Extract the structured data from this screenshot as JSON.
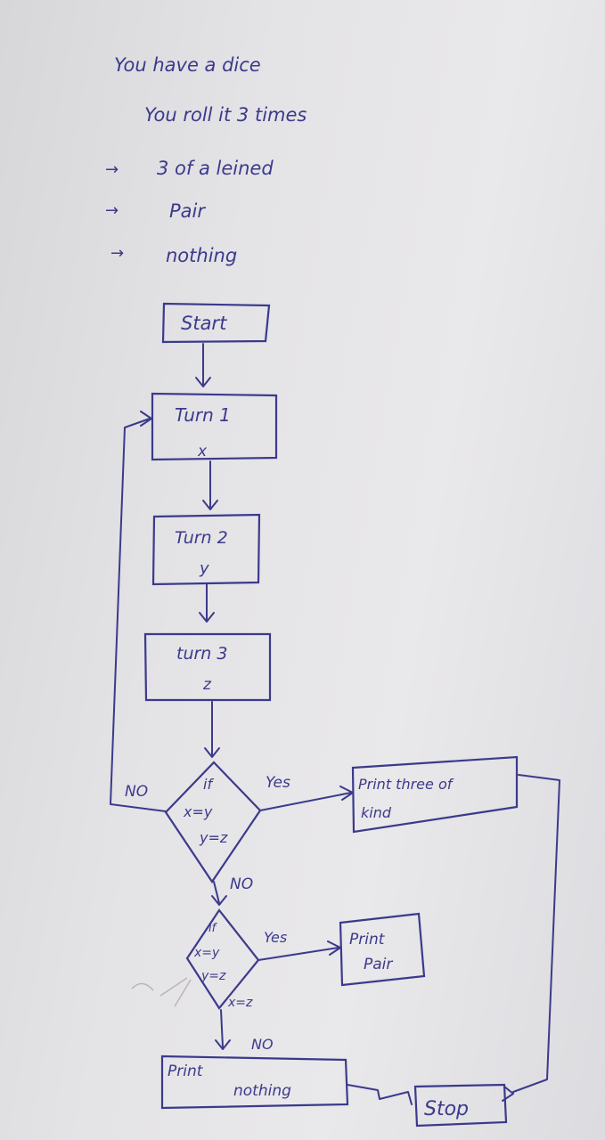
{
  "intro": {
    "line1": "You have a dice",
    "line2": "You roll it 3 times",
    "bullets": [
      "3 of a leined",
      "Pair",
      "nothing"
    ],
    "arrow_glyph": "→"
  },
  "nodes": {
    "start": "Start",
    "turn1": "Turn 1",
    "turn1_var": "x",
    "turn2": "Turn 2",
    "turn2_var": "y",
    "turn3": "turn 3",
    "turn3_var": "z",
    "decision1": [
      "if",
      "x=y",
      "y=z"
    ],
    "print_three_line1": "Print three of",
    "print_three_line2": "kind",
    "decision2": [
      "if",
      "x=y",
      "y=z"
    ],
    "decision2_extra": "x=z",
    "print_pair_line1": "Print",
    "print_pair_line2": "Pair",
    "print_nothing_left": "Print",
    "print_nothing_right": "nothing",
    "stop": "Stop"
  },
  "edge_labels": {
    "no_loop": "NO",
    "yes1": "Yes",
    "no1": "NO",
    "yes2": "Yes",
    "no2": "NO"
  },
  "colors": {
    "ink": "#3b3a8c",
    "paper": "#e6e5e8"
  }
}
